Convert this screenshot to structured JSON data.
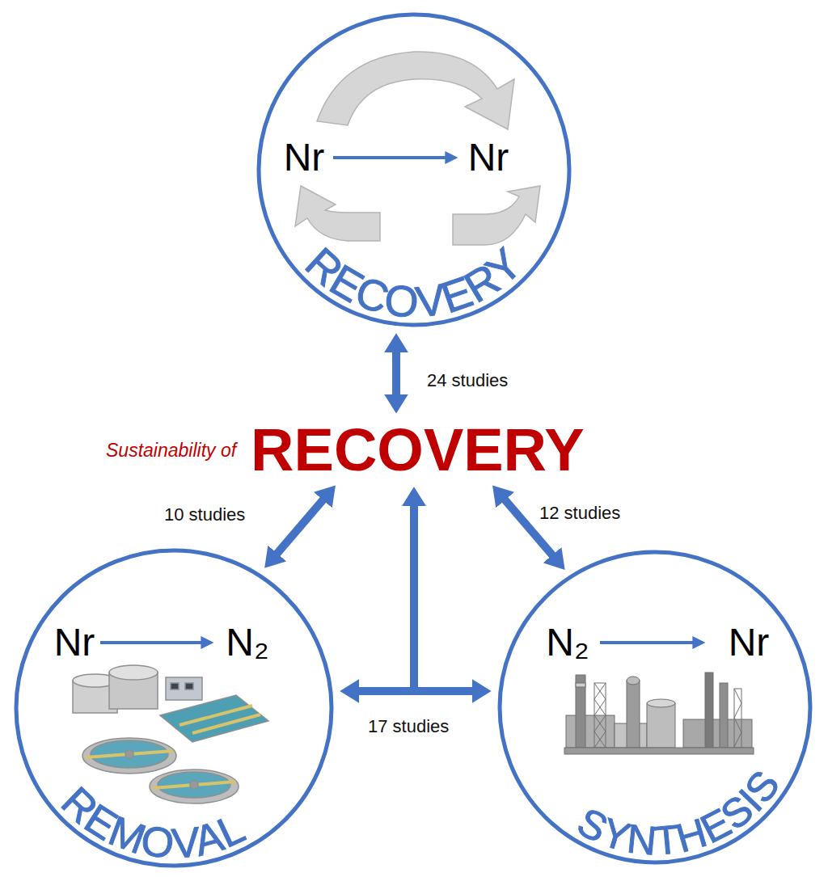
{
  "diagram": {
    "nodes": [
      {
        "text": [
          "Nr",
          "Nr",
          "RECOVERY"
        ]
      },
      {
        "text": [
          "Sustainability of",
          "RECOVERY"
        ]
      },
      {
        "text": [
          "Nr",
          "N₂",
          "REMOVAL"
        ]
      },
      {
        "text": [
          "N₂",
          "Nr",
          "SYNTHESIS"
        ]
      }
    ],
    "edges": [
      {
        "from": 0,
        "to": 1,
        "arrow": "both",
        "label": "24 studies"
      },
      {
        "from": 1,
        "to": 2,
        "arrow": "both",
        "label": "10 studies"
      },
      {
        "from": 1,
        "to": 3,
        "arrow": "both",
        "label": "12 studies"
      },
      {
        "from": 1,
        "to": 2,
        "arrow": "both",
        "label": "17 studies"
      },
      {
        "from": 1,
        "to": 3,
        "arrow": "both"
      }
    ]
  }
}
